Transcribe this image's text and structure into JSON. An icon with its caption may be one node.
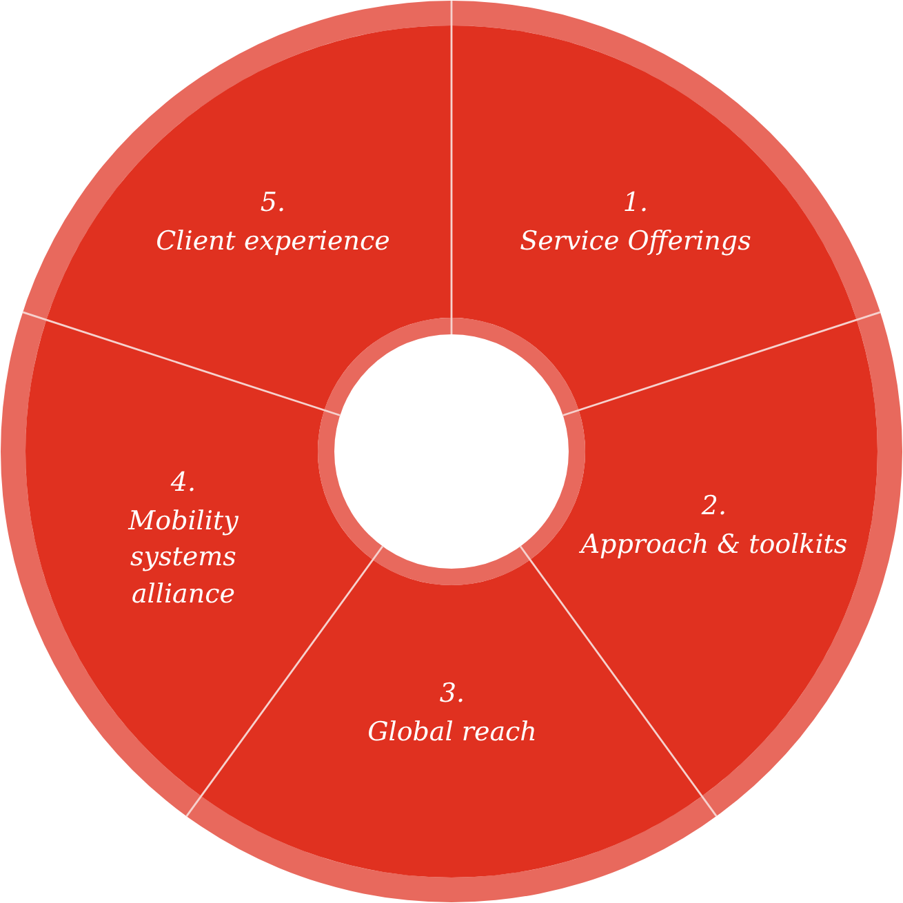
{
  "diagram": {
    "nodes": [
      {
        "text": [
          "1.",
          "Service Offerings"
        ]
      },
      {
        "text": [
          "2.",
          "Approach & toolkits"
        ]
      },
      {
        "text": [
          "3.",
          "Global reach"
        ]
      },
      {
        "text": [
          "4.",
          "Mobility systems alliance"
        ]
      },
      {
        "text": [
          "5.",
          "Client experience"
        ]
      },
      {
        "text": [],
        "shape": "circle"
      }
    ]
  }
}
